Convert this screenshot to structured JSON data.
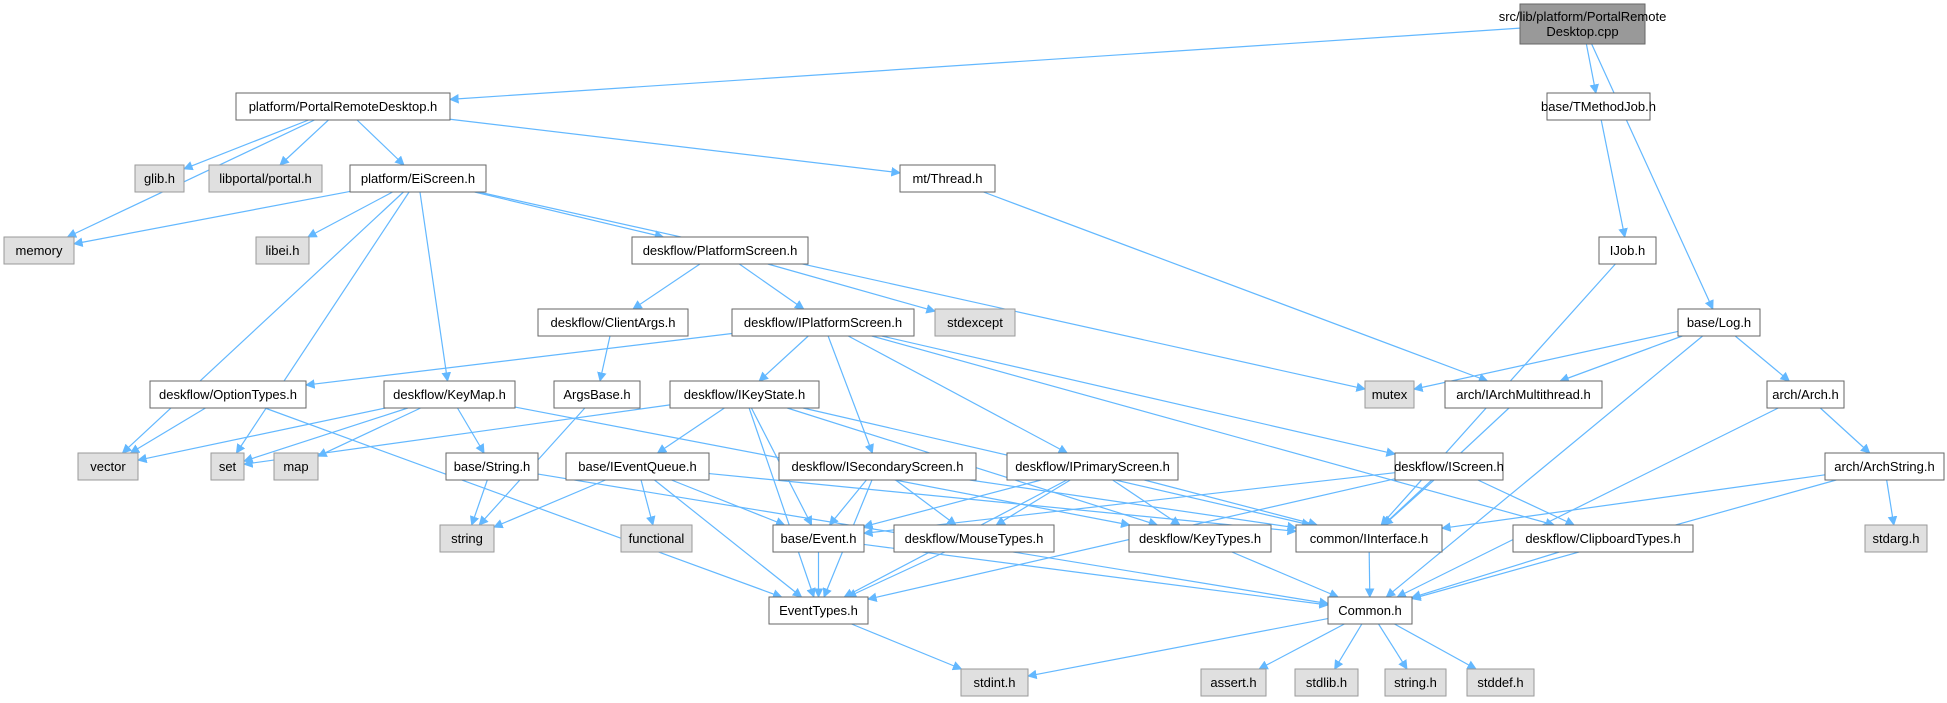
{
  "diagram": {
    "nodes": [
      {
        "id": "root",
        "lines": [
          "src/lib/platform/PortalRemote",
          "Desktop.cpp"
        ],
        "kind": "root"
      },
      {
        "id": "prd",
        "lines": [
          "platform/PortalRemoteDesktop.h"
        ],
        "kind": "file"
      },
      {
        "id": "tmj",
        "lines": [
          "base/TMethodJob.h"
        ],
        "kind": "file"
      },
      {
        "id": "glib",
        "lines": [
          "glib.h"
        ],
        "kind": "sys"
      },
      {
        "id": "portal",
        "lines": [
          "libportal/portal.h"
        ],
        "kind": "sys"
      },
      {
        "id": "eis",
        "lines": [
          "platform/EiScreen.h"
        ],
        "kind": "file"
      },
      {
        "id": "thread",
        "lines": [
          "mt/Thread.h"
        ],
        "kind": "file"
      },
      {
        "id": "memory",
        "lines": [
          "memory"
        ],
        "kind": "sys"
      },
      {
        "id": "libei",
        "lines": [
          "libei.h"
        ],
        "kind": "sys"
      },
      {
        "id": "pscreen",
        "lines": [
          "deskflow/PlatformScreen.h"
        ],
        "kind": "file"
      },
      {
        "id": "ijob",
        "lines": [
          "IJob.h"
        ],
        "kind": "file"
      },
      {
        "id": "cargs",
        "lines": [
          "deskflow/ClientArgs.h"
        ],
        "kind": "file"
      },
      {
        "id": "ipscreen",
        "lines": [
          "deskflow/IPlatformScreen.h"
        ],
        "kind": "file"
      },
      {
        "id": "stdexcept",
        "lines": [
          "stdexcept"
        ],
        "kind": "sys"
      },
      {
        "id": "log",
        "lines": [
          "base/Log.h"
        ],
        "kind": "file"
      },
      {
        "id": "opttypes",
        "lines": [
          "deskflow/OptionTypes.h"
        ],
        "kind": "file"
      },
      {
        "id": "keymap",
        "lines": [
          "deskflow/KeyMap.h"
        ],
        "kind": "file"
      },
      {
        "id": "argsbase",
        "lines": [
          "ArgsBase.h"
        ],
        "kind": "file"
      },
      {
        "id": "ikeystate",
        "lines": [
          "deskflow/IKeyState.h"
        ],
        "kind": "file"
      },
      {
        "id": "mutex",
        "lines": [
          "mutex"
        ],
        "kind": "sys"
      },
      {
        "id": "iamt",
        "lines": [
          "arch/IArchMultithread.h"
        ],
        "kind": "file"
      },
      {
        "id": "arch",
        "lines": [
          "arch/Arch.h"
        ],
        "kind": "file"
      },
      {
        "id": "vector",
        "lines": [
          "vector"
        ],
        "kind": "sys"
      },
      {
        "id": "set",
        "lines": [
          "set"
        ],
        "kind": "sys"
      },
      {
        "id": "map",
        "lines": [
          "map"
        ],
        "kind": "sys"
      },
      {
        "id": "bstring",
        "lines": [
          "base/String.h"
        ],
        "kind": "file"
      },
      {
        "id": "ieq",
        "lines": [
          "base/IEventQueue.h"
        ],
        "kind": "file"
      },
      {
        "id": "isec",
        "lines": [
          "deskflow/ISecondaryScreen.h"
        ],
        "kind": "file"
      },
      {
        "id": "iprim",
        "lines": [
          "deskflow/IPrimaryScreen.h"
        ],
        "kind": "file"
      },
      {
        "id": "iscreen",
        "lines": [
          "deskflow/IScreen.h"
        ],
        "kind": "file"
      },
      {
        "id": "archstr",
        "lines": [
          "arch/ArchString.h"
        ],
        "kind": "file"
      },
      {
        "id": "string",
        "lines": [
          "string"
        ],
        "kind": "sys"
      },
      {
        "id": "functional",
        "lines": [
          "functional"
        ],
        "kind": "sys"
      },
      {
        "id": "event",
        "lines": [
          "base/Event.h"
        ],
        "kind": "file"
      },
      {
        "id": "mousetypes",
        "lines": [
          "deskflow/MouseTypes.h"
        ],
        "kind": "file"
      },
      {
        "id": "keytypes",
        "lines": [
          "deskflow/KeyTypes.h"
        ],
        "kind": "file"
      },
      {
        "id": "iiface",
        "lines": [
          "common/IInterface.h"
        ],
        "kind": "file"
      },
      {
        "id": "cliptypes",
        "lines": [
          "deskflow/ClipboardTypes.h"
        ],
        "kind": "file"
      },
      {
        "id": "stdarg",
        "lines": [
          "stdarg.h"
        ],
        "kind": "sys"
      },
      {
        "id": "evtypes",
        "lines": [
          "EventTypes.h"
        ],
        "kind": "file"
      },
      {
        "id": "common",
        "lines": [
          "Common.h"
        ],
        "kind": "file"
      },
      {
        "id": "stdint",
        "lines": [
          "stdint.h"
        ],
        "kind": "sys"
      },
      {
        "id": "assert",
        "lines": [
          "assert.h"
        ],
        "kind": "sys"
      },
      {
        "id": "stdlib",
        "lines": [
          "stdlib.h"
        ],
        "kind": "sys"
      },
      {
        "id": "stringh",
        "lines": [
          "string.h"
        ],
        "kind": "sys"
      },
      {
        "id": "stddef",
        "lines": [
          "stddef.h"
        ],
        "kind": "sys"
      }
    ],
    "edges": [
      [
        "root",
        "prd"
      ],
      [
        "root",
        "tmj"
      ],
      [
        "root",
        "log"
      ],
      [
        "prd",
        "memory"
      ],
      [
        "prd",
        "glib"
      ],
      [
        "prd",
        "portal"
      ],
      [
        "prd",
        "eis"
      ],
      [
        "prd",
        "thread"
      ],
      [
        "tmj",
        "ijob"
      ],
      [
        "ijob",
        "iiface"
      ],
      [
        "eis",
        "memory"
      ],
      [
        "eis",
        "libei"
      ],
      [
        "eis",
        "vector"
      ],
      [
        "eis",
        "set"
      ],
      [
        "eis",
        "keymap"
      ],
      [
        "eis",
        "pscreen"
      ],
      [
        "eis",
        "mutex"
      ],
      [
        "thread",
        "iamt"
      ],
      [
        "pscreen",
        "cargs"
      ],
      [
        "pscreen",
        "ipscreen"
      ],
      [
        "pscreen",
        "stdexcept"
      ],
      [
        "cargs",
        "argsbase"
      ],
      [
        "argsbase",
        "string"
      ],
      [
        "ipscreen",
        "opttypes"
      ],
      [
        "ipscreen",
        "ikeystate"
      ],
      [
        "ipscreen",
        "isec"
      ],
      [
        "ipscreen",
        "iprim"
      ],
      [
        "ipscreen",
        "iscreen"
      ],
      [
        "ipscreen",
        "cliptypes"
      ],
      [
        "log",
        "mutex"
      ],
      [
        "log",
        "iamt"
      ],
      [
        "log",
        "arch"
      ],
      [
        "log",
        "common"
      ],
      [
        "iamt",
        "iiface"
      ],
      [
        "arch",
        "archstr"
      ],
      [
        "arch",
        "common"
      ],
      [
        "archstr",
        "iiface"
      ],
      [
        "archstr",
        "stdarg"
      ],
      [
        "archstr",
        "common"
      ],
      [
        "opttypes",
        "vector"
      ],
      [
        "opttypes",
        "evtypes"
      ],
      [
        "keymap",
        "vector"
      ],
      [
        "keymap",
        "set"
      ],
      [
        "keymap",
        "map"
      ],
      [
        "keymap",
        "bstring"
      ],
      [
        "keymap",
        "keytypes"
      ],
      [
        "ikeystate",
        "set"
      ],
      [
        "ikeystate",
        "ieq"
      ],
      [
        "ikeystate",
        "event"
      ],
      [
        "ikeystate",
        "evtypes"
      ],
      [
        "ikeystate",
        "keytypes"
      ],
      [
        "ikeystate",
        "iiface"
      ],
      [
        "bstring",
        "string"
      ],
      [
        "bstring",
        "common"
      ],
      [
        "ieq",
        "string"
      ],
      [
        "ieq",
        "functional"
      ],
      [
        "ieq",
        "event"
      ],
      [
        "ieq",
        "evtypes"
      ],
      [
        "ieq",
        "iiface"
      ],
      [
        "isec",
        "event"
      ],
      [
        "isec",
        "mousetypes"
      ],
      [
        "isec",
        "evtypes"
      ],
      [
        "isec",
        "iiface"
      ],
      [
        "iprim",
        "event"
      ],
      [
        "iprim",
        "mousetypes"
      ],
      [
        "iprim",
        "keytypes"
      ],
      [
        "iprim",
        "evtypes"
      ],
      [
        "iprim",
        "iiface"
      ],
      [
        "iscreen",
        "event"
      ],
      [
        "iscreen",
        "iiface"
      ],
      [
        "iscreen",
        "cliptypes"
      ],
      [
        "iscreen",
        "evtypes"
      ],
      [
        "event",
        "evtypes"
      ],
      [
        "event",
        "common"
      ],
      [
        "mousetypes",
        "evtypes"
      ],
      [
        "keytypes",
        "common"
      ],
      [
        "iiface",
        "common"
      ],
      [
        "cliptypes",
        "common"
      ],
      [
        "evtypes",
        "stdint"
      ],
      [
        "common",
        "stdint"
      ],
      [
        "common",
        "assert"
      ],
      [
        "common",
        "stdlib"
      ],
      [
        "common",
        "stringh"
      ],
      [
        "common",
        "stddef"
      ]
    ]
  },
  "colors": {
    "edge": "#63b8ff",
    "file_fill": "#ffffff",
    "file_border": "#666666",
    "sys_fill": "#e0e0e0",
    "sys_border": "#999999",
    "root_fill": "#999999"
  }
}
